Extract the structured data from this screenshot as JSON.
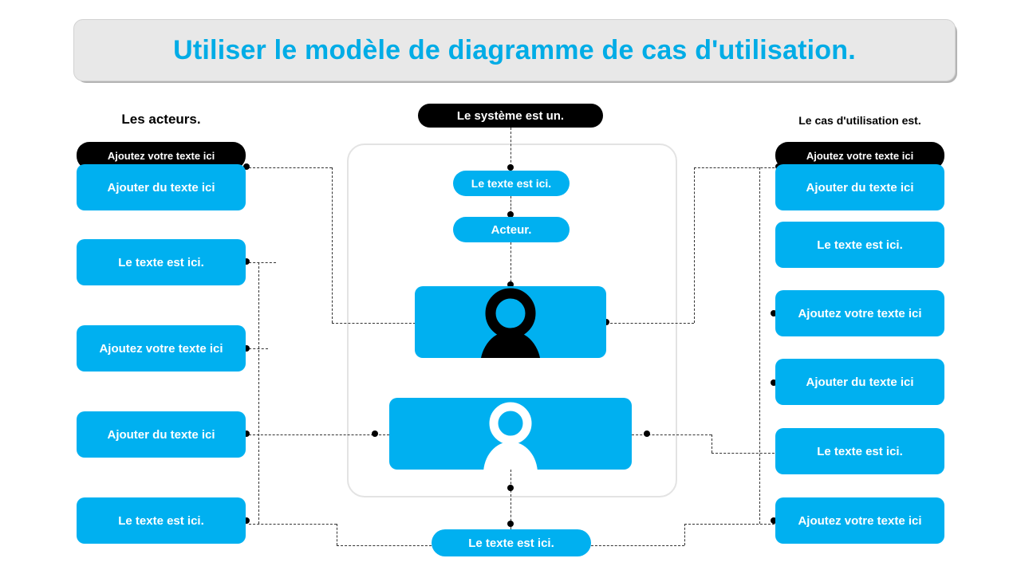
{
  "title": "Utiliser le modèle de diagramme de cas d'utilisation.",
  "captions": {
    "left": "Les acteurs.",
    "right": "Le cas d'utilisation est."
  },
  "colors": {
    "accent": "#00b0f0",
    "title_text": "#00ace6",
    "banner_bg": "#e8e8e8",
    "black": "#000000"
  },
  "center": {
    "system_label": "Le système est un.",
    "node_1": "Le texte est ici.",
    "node_2": "Acteur.",
    "bottom_node": "Le texte est ici.",
    "actor_icon_1": "person-icon",
    "actor_icon_2": "person-icon"
  },
  "left_column": {
    "header": "Ajoutez votre texte ici",
    "items": [
      {
        "label": "Ajouter du texte ici"
      },
      {
        "label": "Le texte est ici."
      },
      {
        "label": "Ajoutez votre texte ici"
      },
      {
        "label": "Ajouter du texte ici"
      },
      {
        "label": "Le texte est ici."
      }
    ]
  },
  "right_column": {
    "header": "Ajoutez votre texte ici",
    "items": [
      {
        "label": "Ajouter du texte ici"
      },
      {
        "label": "Le texte est ici."
      },
      {
        "label": "Ajoutez votre texte ici"
      },
      {
        "label": "Ajouter du texte ici"
      },
      {
        "label": "Le texte est ici."
      },
      {
        "label": "Ajoutez votre texte ici"
      }
    ]
  }
}
